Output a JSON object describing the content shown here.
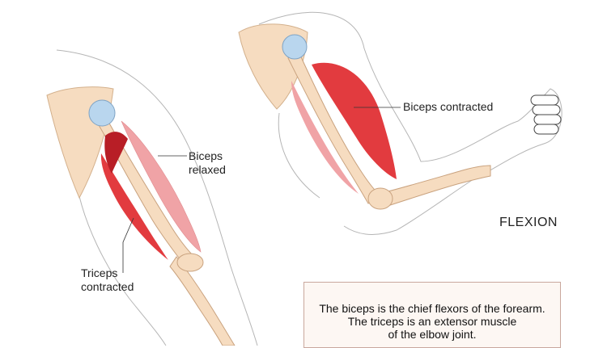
{
  "labels": {
    "biceps_relaxed": [
      "Biceps",
      "relaxed"
    ],
    "triceps_contracted": [
      "Triceps",
      "contracted"
    ],
    "biceps_contracted": "Biceps contracted"
  },
  "title": "FLEXION",
  "info": {
    "line1": "The biceps is the chief flexors of the forearm.",
    "line2": "The triceps is an extensor muscle",
    "line3": "of the elbow joint."
  },
  "colors": {
    "bone": "#f6dcc0",
    "bone_outline": "#c9a27e",
    "joint": "#b9d6ee",
    "muscle_red": "#e23b3f",
    "muscle_pink": "#f0a3a6",
    "muscle_dark": "#b81e26",
    "skin_outline": "#9a9a9a"
  }
}
